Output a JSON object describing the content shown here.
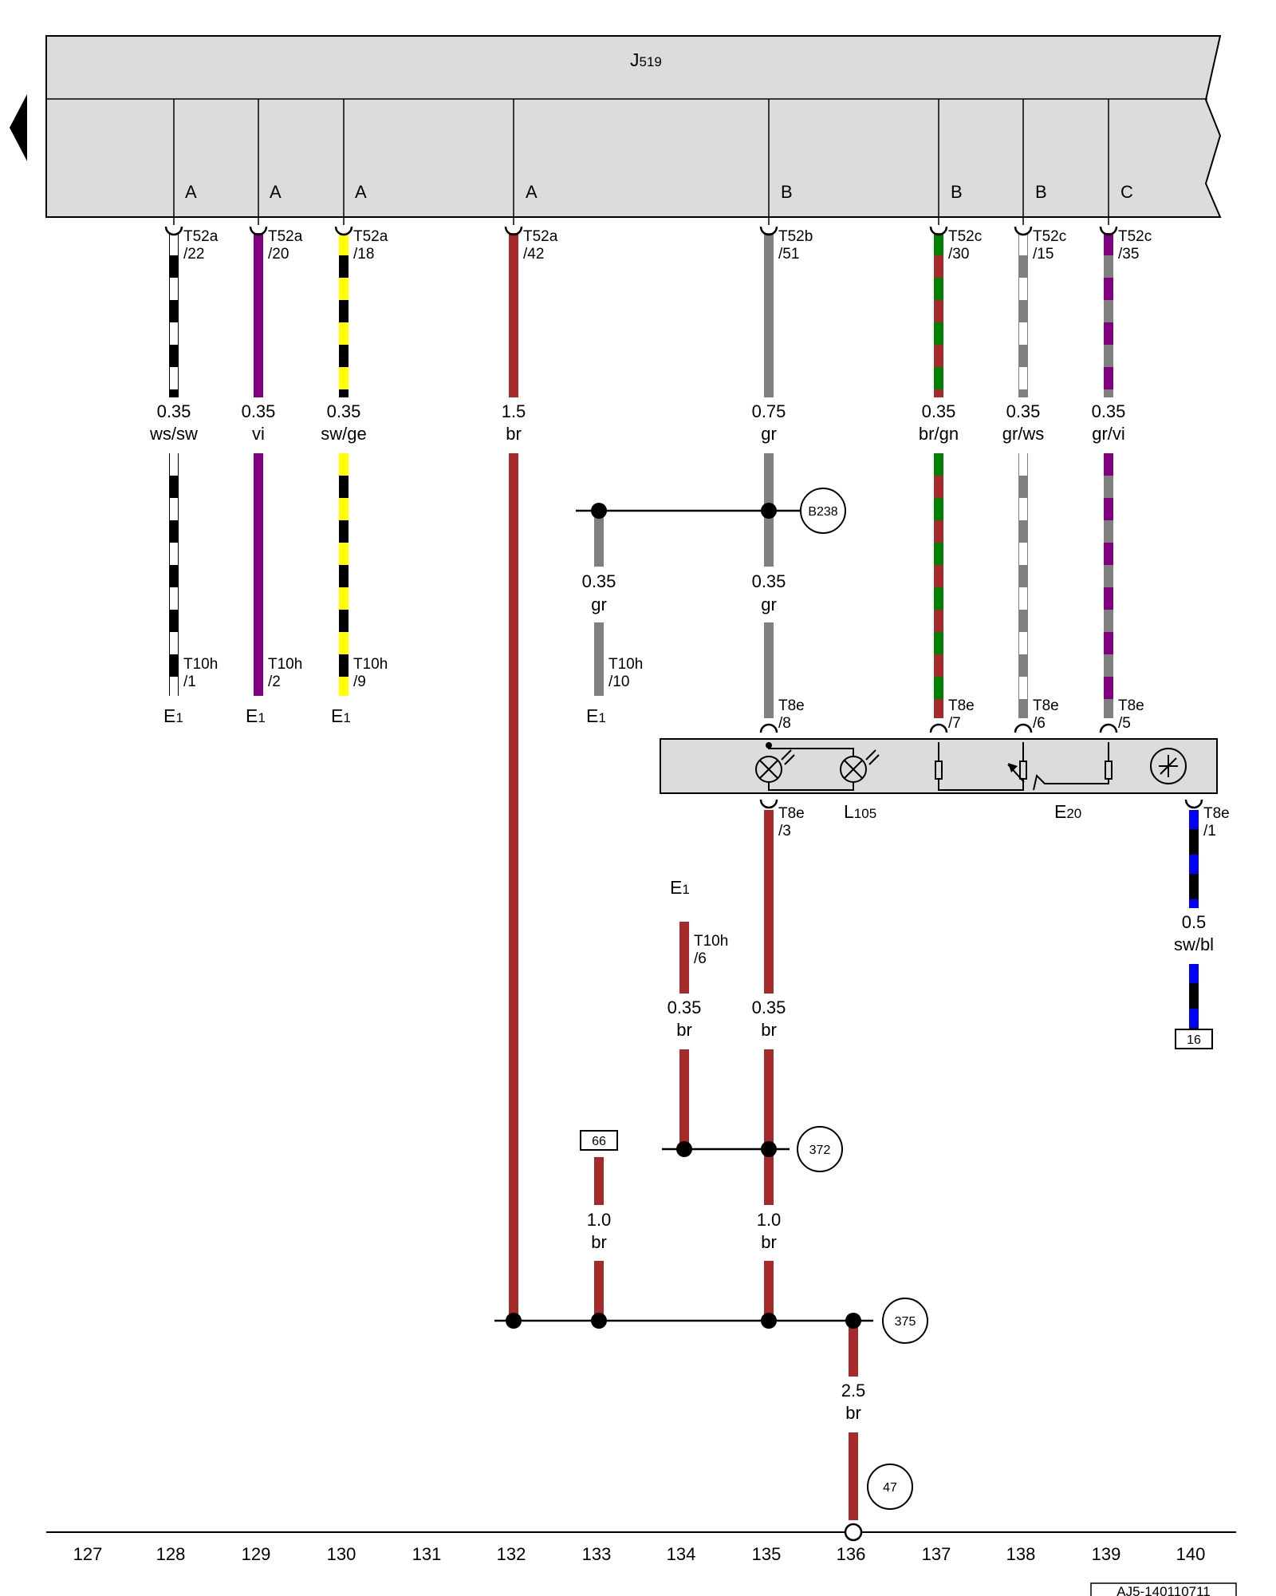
{
  "module": {
    "id": "J",
    "sub": "519"
  },
  "nav_arrow": "triangle-left-icon",
  "connector_letters": [
    "A",
    "A",
    "A",
    "A",
    "B",
    "B",
    "B",
    "C"
  ],
  "wires": [
    {
      "pin": [
        "T52a",
        "/22"
      ],
      "size": "0.35",
      "color": "ws/sw"
    },
    {
      "pin": [
        "T52a",
        "/20"
      ],
      "size": "0.35",
      "color": "vi"
    },
    {
      "pin": [
        "T52a",
        "/18"
      ],
      "size": "0.35",
      "color": "sw/ge"
    },
    {
      "pin": [
        "T52a",
        "/42"
      ],
      "size": "1.5",
      "color": "br"
    },
    {
      "pin": [
        "T52b",
        "/51"
      ],
      "size": "0.75",
      "color": "gr"
    },
    {
      "pin": [
        "T52c",
        "/30"
      ],
      "size": "0.35",
      "color": "br/gn"
    },
    {
      "pin": [
        "T52c",
        "/15"
      ],
      "size": "0.35",
      "color": "gr/ws"
    },
    {
      "pin": [
        "T52c",
        "/35"
      ],
      "size": "0.35",
      "color": "gr/vi"
    }
  ],
  "lower_wires": [
    {
      "pin": [
        "T10h",
        "/1"
      ],
      "dest": "E",
      "dest_sub": "1"
    },
    {
      "pin": [
        "T10h",
        "/2"
      ],
      "dest": "E",
      "dest_sub": "1"
    },
    {
      "pin": [
        "T10h",
        "/9"
      ],
      "dest": "E",
      "dest_sub": "1"
    },
    {
      "pin": [
        "T10h",
        "/10"
      ],
      "dest": "E",
      "dest_sub": "1",
      "size": "0.35",
      "color": "gr"
    }
  ],
  "splice_b238": {
    "label": "B238",
    "size": "0.35",
    "color": "gr"
  },
  "t8e_pins": [
    {
      "pin": [
        "T8e",
        "/8"
      ]
    },
    {
      "pin": [
        "T8e",
        "/7"
      ]
    },
    {
      "pin": [
        "T8e",
        "/6"
      ]
    },
    {
      "pin": [
        "T8e",
        "/5"
      ]
    },
    {
      "pin": [
        "T8e",
        "/3"
      ]
    },
    {
      "pin": [
        "T8e",
        "/1"
      ]
    }
  ],
  "components": [
    {
      "id": "L",
      "sub": "105"
    },
    {
      "id": "E",
      "sub": "20"
    }
  ],
  "right_wire": {
    "size": "0.5",
    "color": "sw/bl",
    "ref": "16"
  },
  "t10h6": {
    "dest": "E",
    "dest_sub": "1",
    "pin": [
      "T10h",
      "/6"
    ],
    "size": "0.35",
    "color": "br"
  },
  "t8e3_wire": {
    "size": "0.35",
    "color": "br"
  },
  "splice_372": {
    "label": "372"
  },
  "ref_66": {
    "label": "66",
    "size": "1.0",
    "color": "br"
  },
  "wire_135_lower": {
    "size": "1.0",
    "color": "br"
  },
  "splice_375": {
    "label": "375"
  },
  "ground_wire": {
    "size": "2.5",
    "color": "br"
  },
  "ground_47": {
    "label": "47"
  },
  "column_numbers": [
    "127",
    "128",
    "129",
    "130",
    "131",
    "132",
    "133",
    "134",
    "135",
    "136",
    "137",
    "138",
    "139",
    "140"
  ],
  "doc_id": "AJ5-140110711",
  "colors": {
    "brown": "#a52a2a",
    "violet": "#800080",
    "gray": "#808080",
    "green": "#008000",
    "yellow": "#ffff00",
    "black": "#000000",
    "blue": "#0000ff",
    "white": "#ffffff",
    "module_fill": "#dcdcdc"
  }
}
